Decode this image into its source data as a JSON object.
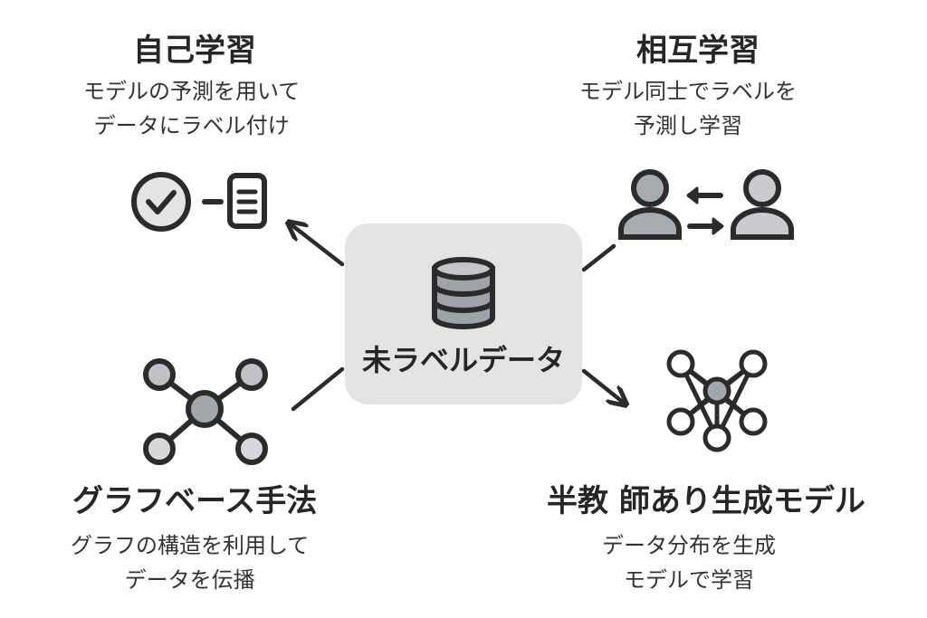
{
  "center": {
    "label": "未ラベルデータ",
    "icon": "database-icon"
  },
  "nodes": {
    "self_learning": {
      "title": "自己学習",
      "desc": [
        "モデルの予測を用いて",
        "データにラベル付け"
      ],
      "icon": "check-document-icon"
    },
    "mutual_learning": {
      "title": "相互学習",
      "desc": [
        "モデル同士でラベルを",
        "予測し学習"
      ],
      "icon": "users-exchange-icon"
    },
    "graph_based": {
      "title": "グラフベース手法",
      "desc": [
        "グラフの構造を利用して",
        "データを伝播"
      ],
      "icon": "graph-network-icon"
    },
    "semi_supervised_generative": {
      "title": "半教 師あり生成モデル",
      "desc": [
        "データ分布を生成",
        "モデルで学習"
      ],
      "icon": "neural-network-icon"
    }
  },
  "colors": {
    "dark": "#2b2b2b",
    "node_fill": "#bfc1c5",
    "box": "#e3e4e6"
  }
}
